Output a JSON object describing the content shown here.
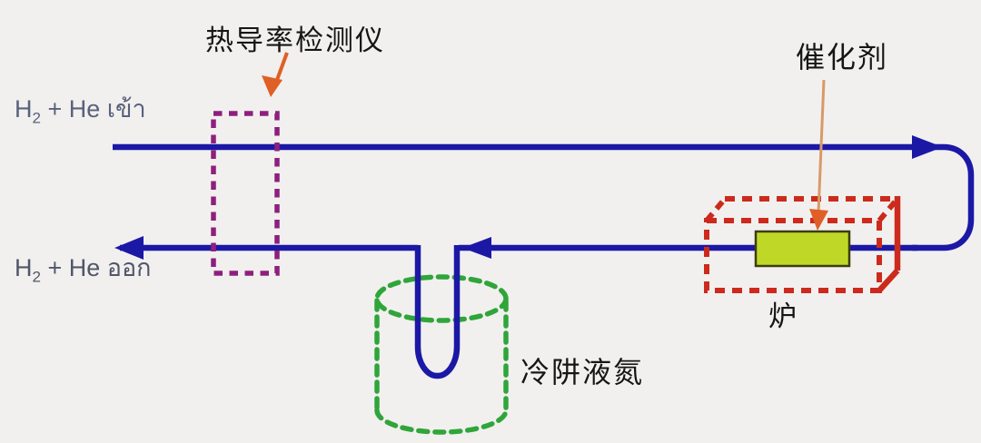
{
  "diagram": {
    "background_color": "#f1f0ee",
    "labels": {
      "detector": "热导率检测仪",
      "catalyst": "催化剂",
      "furnace": "炉",
      "cold_trap": "冷阱液氮"
    },
    "streams": {
      "inlet": {
        "formula_main": "H",
        "formula_sub": "2",
        "formula_rest": " + He เข้า"
      },
      "outlet": {
        "formula_main": "H",
        "formula_sub": "2",
        "formula_rest": " + He ออก"
      }
    },
    "colors": {
      "pipe_blue": "#1c18a6",
      "detector_purple": "#8e1f7e",
      "furnace_red": "#cc2a1c",
      "trap_green": "#2fa53a",
      "catalyst_fill": "#bfd828",
      "catalyst_border": "#3c3c10",
      "arrow_orange": "#e05f26",
      "arrow_orange_light": "#d89a68",
      "label_text": "#161616",
      "stream_text": "#59617c"
    }
  }
}
